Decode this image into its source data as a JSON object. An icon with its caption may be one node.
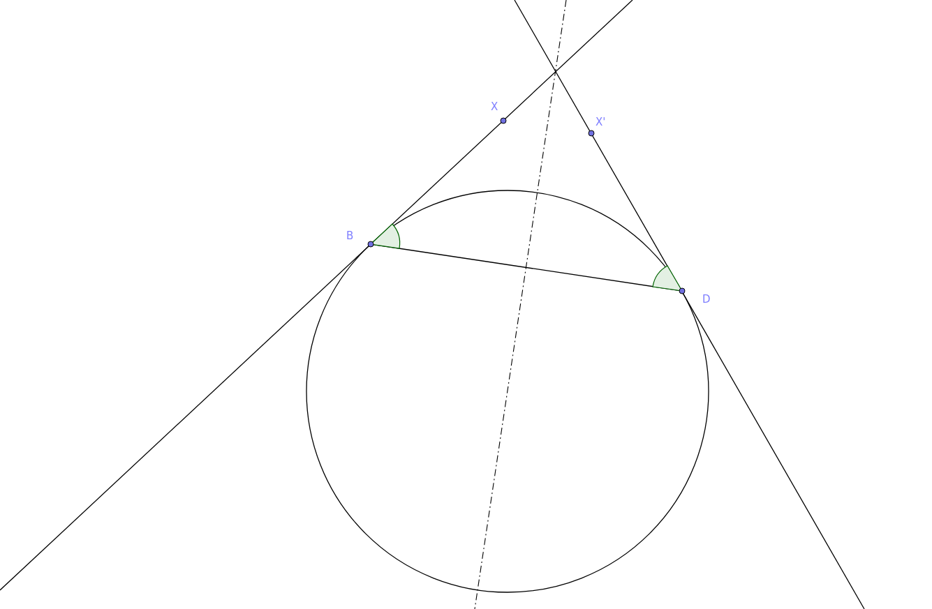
{
  "diagram": {
    "labels": [
      "X",
      "X'",
      "B",
      "D"
    ]
  }
}
